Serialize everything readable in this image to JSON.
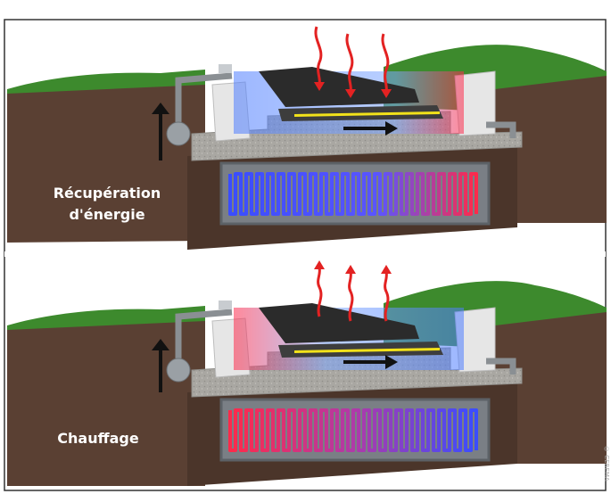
{
  "diagram": {
    "panels": [
      {
        "id": "energy-recovery",
        "label_lines": [
          "Récupération",
          "d'énergie"
        ],
        "heat_direction": "into-road"
      },
      {
        "id": "heating",
        "label_lines": [
          "Chauffage"
        ],
        "heat_direction": "out-of-road"
      }
    ],
    "copyright_text": "© CEREMA"
  },
  "colors": {
    "frame_border": "#333333",
    "soil": "#5a4033",
    "grass": "#3d8a2d",
    "gravel": "#a9a7a2",
    "concrete": "#d9d9d9",
    "pipe": "#8a8f93",
    "asphalt": "#2b2b2b",
    "hot": "#ff2a2a",
    "cold": "#3a4dff",
    "stripe": "#f2e21a"
  }
}
